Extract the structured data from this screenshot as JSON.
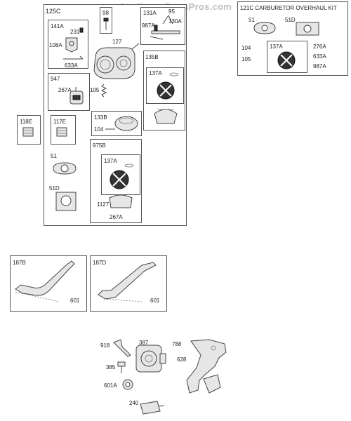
{
  "watermark": "AppliancePartsPros.com",
  "main_group": {
    "label": "125C",
    "labels": {
      "p141A": "141A",
      "p231": "231",
      "p108A": "108A",
      "p633A": "633A",
      "p98": "98",
      "p127": "127",
      "p131A": "131A",
      "p95": "95",
      "p987A": "987A",
      "p130A": "130A",
      "p135B": "135B",
      "p137A_a": "137A",
      "p947": "947",
      "p267A": "267A",
      "p105": "105",
      "p118E": "118E",
      "p117E": "117E",
      "p133B": "133B",
      "p104": "104",
      "p975B": "975B",
      "p137A_b": "137A",
      "p1127": "1127",
      "p267A_b": "267A",
      "p51": "51",
      "p51D": "51D"
    }
  },
  "kit": {
    "title": "121C CARBURETOR OVERHAUL KIT",
    "labels": {
      "p51": "51",
      "p51D": "51D",
      "p104": "104",
      "p105": "105",
      "p137A": "137A",
      "p276A": "276A",
      "p633A": "633A",
      "p987A": "987A"
    }
  },
  "tube_left": {
    "label": "187B",
    "part": "601"
  },
  "tube_right": {
    "label": "187D",
    "part": "601"
  },
  "bottom": {
    "p918": "918",
    "p387": "387",
    "p788": "788",
    "p628": "628",
    "p385": "385",
    "p601A": "601A",
    "p240": "240"
  }
}
